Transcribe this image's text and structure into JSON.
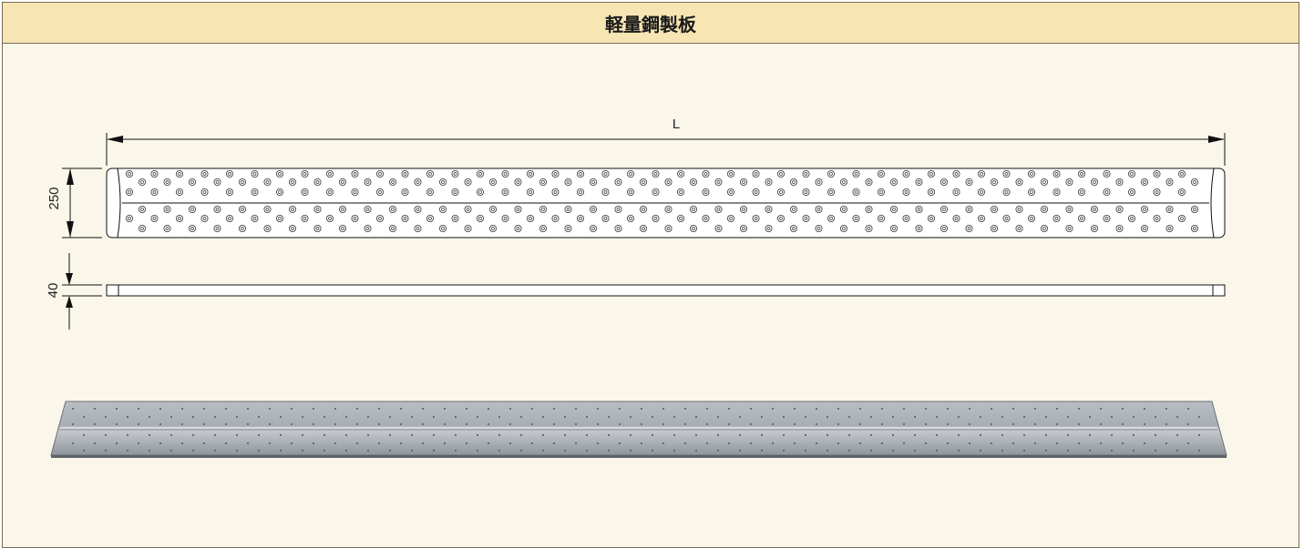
{
  "title": "軽量鋼製板",
  "dimensions": {
    "length_label": "L",
    "width_label": "250",
    "thickness_label": "40"
  },
  "colors": {
    "title_bar": "#f7e6b3",
    "panel_background": "#faf6ea",
    "border": "#7a6a55"
  }
}
